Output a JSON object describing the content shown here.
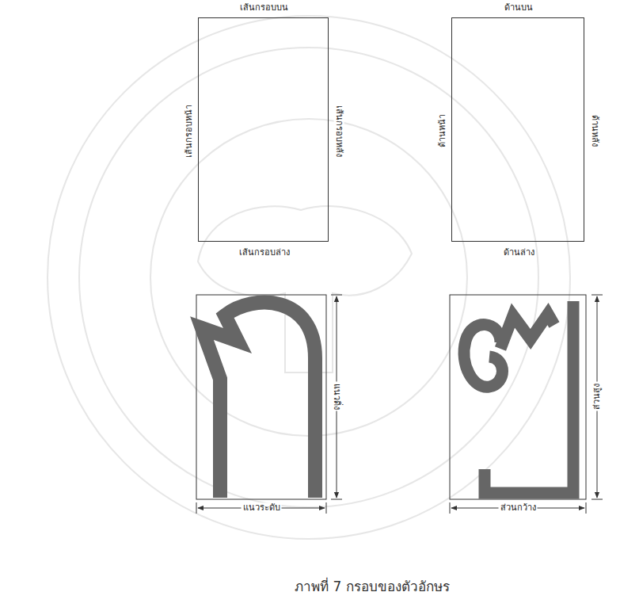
{
  "diagram": {
    "caption": "ภาพที่ 7 กรอบของตัวอักษร",
    "nodes": [
      {
        "text": [
          "เส้นกรอบบน",
          "เส้นกรอบหน้า",
          "เส้นกรอบหลัง",
          "เส้นกรอบล่าง"
        ]
      },
      {
        "text": [
          "ด้านบน",
          "ด้านหน้า",
          "ด้านหลัง",
          "ด้านล่าง"
        ]
      }
    ],
    "labels": [
      "แนวดิ่ง",
      "แนวระดับ",
      "ส่วนสูง",
      "ส่วนกว้าง"
    ]
  }
}
